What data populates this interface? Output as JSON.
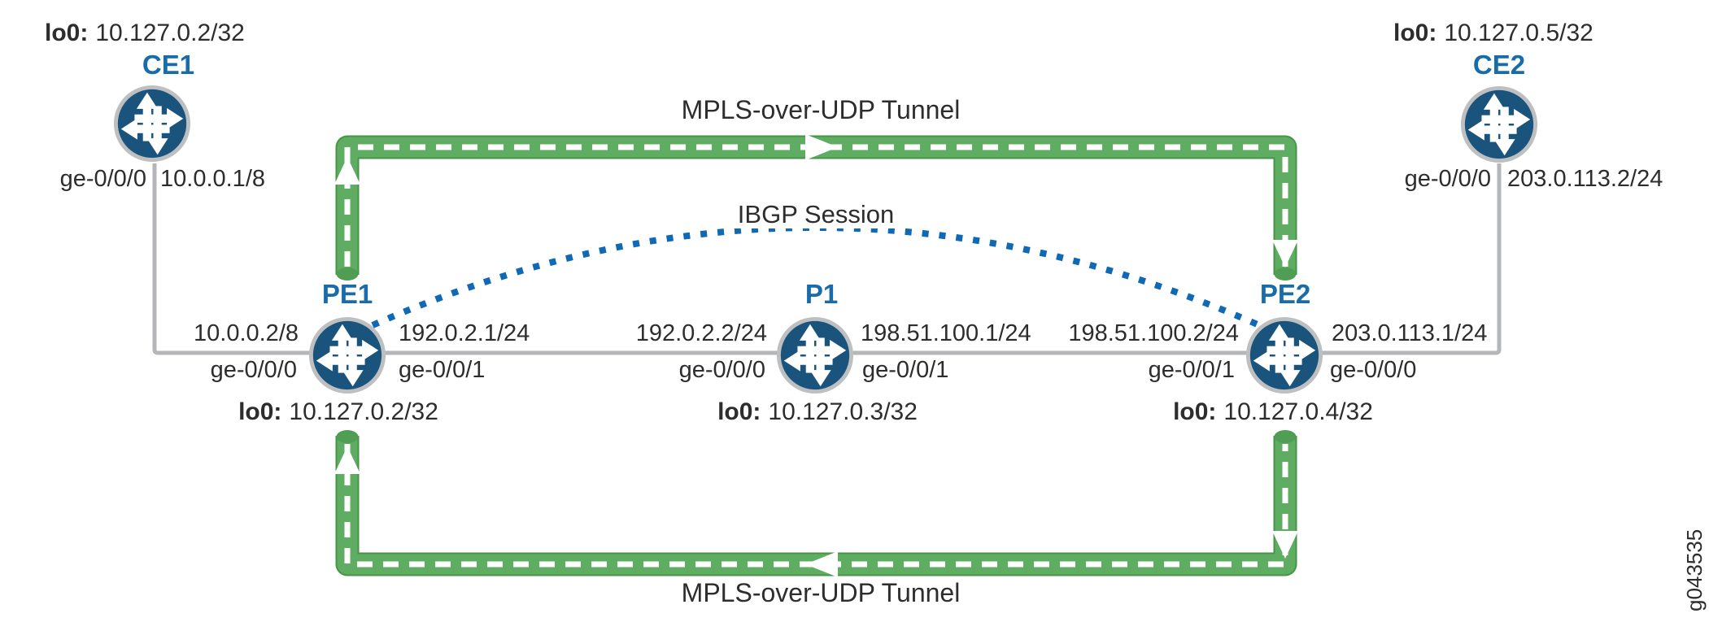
{
  "nodes": {
    "ce1": {
      "name": "CE1",
      "lo0_label": "lo0:",
      "lo0_value": "10.127.0.2/32",
      "iface": "ge-0/0/0",
      "iface_ip": "10.0.0.1/8"
    },
    "ce2": {
      "name": "CE2",
      "lo0_label": "lo0:",
      "lo0_value": "10.127.0.5/32",
      "iface": "ge-0/0/0",
      "iface_ip": "203.0.113.2/24"
    },
    "pe1": {
      "name": "PE1",
      "lo0_label": "lo0:",
      "lo0_value": "10.127.0.2/32",
      "left_ip": "10.0.0.2/8",
      "left_iface": "ge-0/0/0",
      "right_ip": "192.0.2.1/24",
      "right_iface": "ge-0/0/1"
    },
    "p1": {
      "name": "P1",
      "lo0_label": "lo0:",
      "lo0_value": "10.127.0.3/32",
      "left_ip": "192.0.2.2/24",
      "left_iface": "ge-0/0/0",
      "right_ip": "198.51.100.1/24",
      "right_iface": "ge-0/0/1"
    },
    "pe2": {
      "name": "PE2",
      "lo0_label": "lo0:",
      "lo0_value": "10.127.0.4/32",
      "left_ip": "198.51.100.2/24",
      "left_iface": "ge-0/0/1",
      "right_ip": "203.0.113.1/24",
      "right_iface": "ge-0/0/0"
    }
  },
  "annotations": {
    "top_tunnel": "MPLS-over-UDP Tunnel",
    "bottom_tunnel": "MPLS-over-UDP Tunnel",
    "ibgp": "IBGP Session",
    "figure_id": "g043535"
  },
  "colors": {
    "router_fill": "#1A547D",
    "router_ring": "#BDBFC1",
    "node_label_blue": "#176CA9",
    "tunnel_green": "#5FAD62",
    "tunnel_green_edge": "#459545",
    "tunnel_cap_green": "#4F9E53",
    "ibgp_blue": "#1069B4",
    "link_gray": "#B4B6B8",
    "text": "#2D2D2D"
  }
}
